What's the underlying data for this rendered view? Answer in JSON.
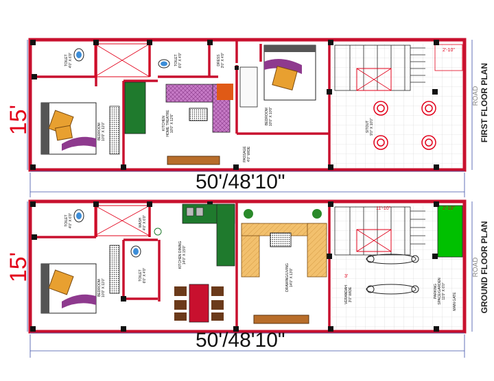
{
  "first_floor": {
    "plan_title": "FIRST FLOOR PLAN",
    "road_label": "ROAD",
    "depth_dim": "15'",
    "length_dim": "50'/48'10\"",
    "stair_dim": "2'-10\"",
    "rooms": {
      "toilet1": [
        "TOILET",
        "4'0\" X 6'0\""
      ],
      "toilet2": [
        "TOILET",
        "6'0\" X 4'0\""
      ],
      "dress": [
        "DRESS",
        "3'0\" X 4'0\""
      ],
      "bedroom_left": [
        "BEDROOM",
        "10'0\" X 11'0\""
      ],
      "kitchen": [
        "KITCHEN",
        "HOME THEATRE",
        "10'0\" X 12'6\""
      ],
      "passage": [
        "PASSAGE",
        "4'0\" WIDE"
      ],
      "bedroom_right": [
        "BEDROOM",
        "10'0\" X 10'0\""
      ],
      "sitout": [
        "SITOUT",
        "9'0\" X 10'0\""
      ]
    }
  },
  "ground_floor": {
    "plan_title": "GROUND FLOOR PLAN",
    "road_label": "ROAD",
    "depth_dim": "15'",
    "length_dim": "50'/48'10\"",
    "stair_dim": "11'-10\"",
    "garden_dim": "2'-10\"",
    "rooms": {
      "toilet1": [
        "TOILET",
        "4'0\" X 6'0\""
      ],
      "wash": [
        "WASH",
        "4'0\" X 6'0\""
      ],
      "toilet2": [
        "TOILET",
        "6'0\" X 4'0\""
      ],
      "bedroom": [
        "BEDROOM",
        "10'0\" X 11'0\""
      ],
      "kitchen_dining": [
        "KITCHEN DINING",
        "14'0\" X 15'0\""
      ],
      "drawing_living": [
        "DRAWING/LIVING",
        "14'0\" X 13'0\""
      ],
      "veranda": [
        "VERANDAH",
        "3'0\" WIDE"
      ],
      "parking": [
        "PARKING",
        "SPACE/GARDEN",
        "11'0\" X 6'0\""
      ],
      "main_gate": [
        "MAIN GATE"
      ],
      "veranda_dim": "3'"
    }
  },
  "colors": {
    "wall": "#c8102e",
    "dim_line": "#3b4fa8",
    "dim_red": "#e2001a",
    "kitchen_counter": "#1f7a2d",
    "home_theatre_fill": "#b060b0",
    "wood_floor": "#f0c070",
    "garden_green": "#00c000",
    "stair_cross": "#e2001a"
  }
}
